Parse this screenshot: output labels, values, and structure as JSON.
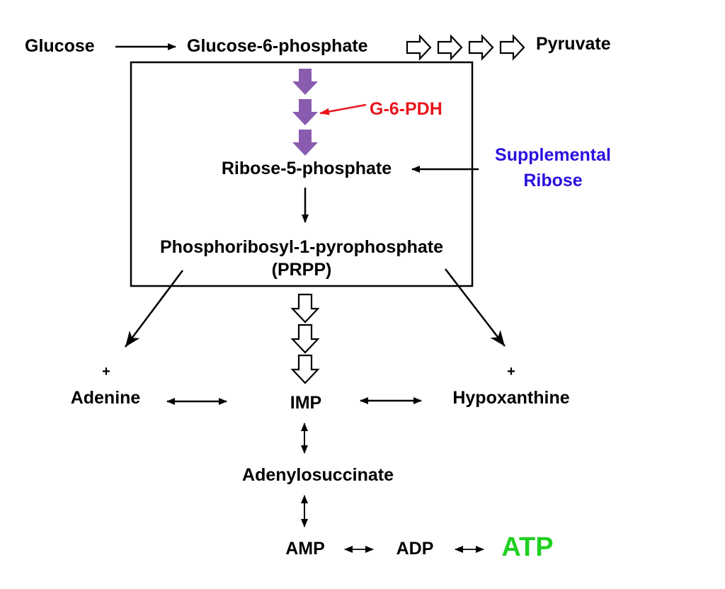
{
  "labels": {
    "glucose": "Glucose",
    "g6p": "Glucose-6-phosphate",
    "pyruvate": "Pyruvate",
    "enzyme": "G-6-PDH",
    "r5p": "Ribose-5-phosphate",
    "supplemental_line1": "Supplemental",
    "supplemental_line2": "Ribose",
    "prpp_line1": "Phosphoribosyl-1-pyrophosphate",
    "prpp_line2": "(PRPP)",
    "plus": "+",
    "adenine": "Adenine",
    "imp": "IMP",
    "hypoxanthine": "Hypoxanthine",
    "adenylosuccinate": "Adenylosuccinate",
    "amp": "AMP",
    "adp": "ADP",
    "atp": "ATP"
  },
  "colors": {
    "enzyme": "#e8141c",
    "supplemental": "#2a10e0",
    "atp": "#20d020",
    "pathway_arrow": "#8a5cb0",
    "line": "#000000"
  }
}
